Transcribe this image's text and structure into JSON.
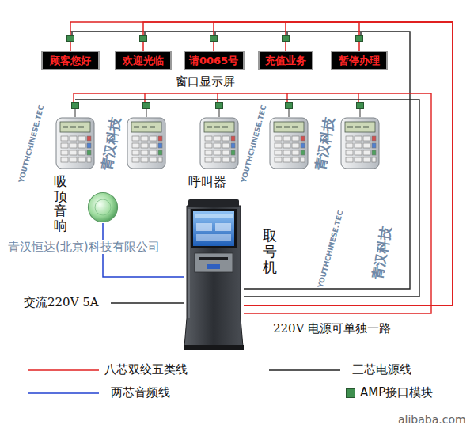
{
  "diagram": {
    "nodes": [
      {
        "text": [
          "顾客您好"
        ]
      },
      {
        "text": [
          "欢迎光临"
        ]
      },
      {
        "text": [
          "请0065号"
        ]
      },
      {
        "text": [
          "充值业务"
        ]
      },
      {
        "text": [
          "暂停办理"
        ]
      },
      {
        "text": [
          "吸顶音响"
        ]
      },
      {
        "text": [
          "取号机"
        ]
      }
    ],
    "edges": [
      {
        "from": 6,
        "to": 0,
        "arrow": "none"
      },
      {
        "from": 6,
        "to": 1,
        "arrow": "none"
      },
      {
        "from": 6,
        "to": 2,
        "arrow": "none"
      },
      {
        "from": 6,
        "to": 3,
        "arrow": "none"
      },
      {
        "from": 6,
        "to": 4,
        "arrow": "none"
      },
      {
        "from": 6,
        "to": 5,
        "arrow": "none"
      }
    ],
    "labels": [
      "窗口显示屏",
      "呼叫器",
      "交流220V 5A",
      "220V 电源可单独一路",
      "青汉恒达(北京)科技有限公司",
      "青汉科技",
      "青汉科技",
      "青汉科技",
      "YOUTHCHINESE.TEC",
      "YOUTHCHINESE.TEC",
      "YOUTHCHINESE.TEC",
      "alibaba.com"
    ],
    "legend": [
      {
        "text": "八芯双绞五类线"
      },
      {
        "text": "三芯电源线"
      },
      {
        "text": "两芯音频线"
      },
      {
        "text": "AMP接口模块",
        "color": "#3f8f4f"
      }
    ]
  }
}
